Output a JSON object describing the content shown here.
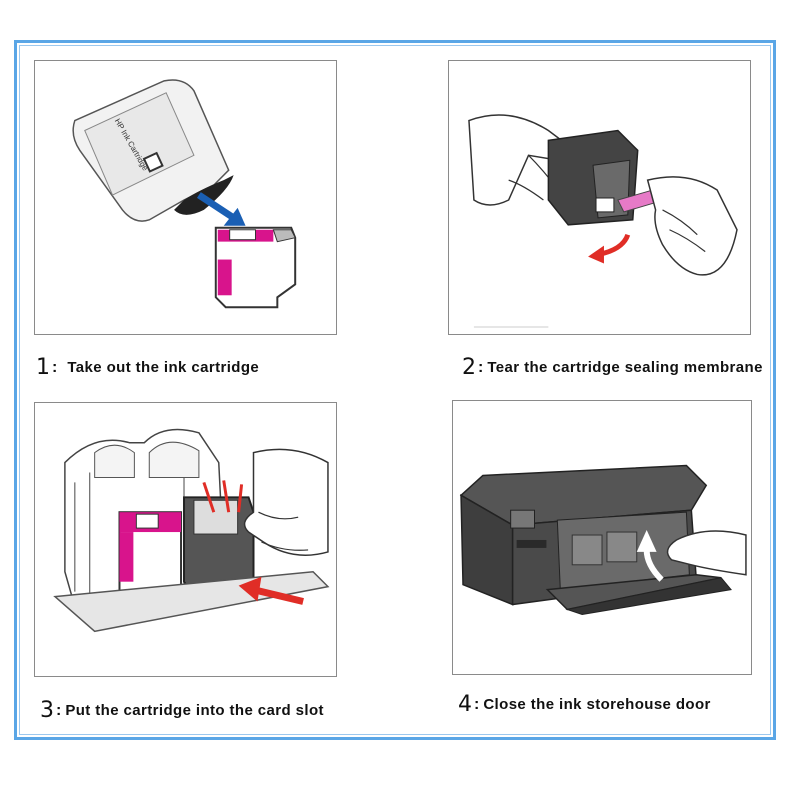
{
  "steps": [
    {
      "number": "1",
      "separator": ":",
      "text": "Take out the ink cartridge",
      "icon": "cartridge-unwrap-illustration"
    },
    {
      "number": "2",
      "separator": ":",
      "text": "Tear the cartridge sealing membrane",
      "icon": "tear-membrane-illustration"
    },
    {
      "number": "3",
      "separator": ":",
      "text": "Put the cartridge into the card slot",
      "icon": "insert-cartridge-illustration"
    },
    {
      "number": "4",
      "separator": ":",
      "text": "Close the ink storehouse door",
      "icon": "close-printer-door-illustration"
    }
  ],
  "package_label": "HP Ink Cartridge",
  "colors": {
    "frame": "#5aa6e6",
    "magenta": "#d8148c",
    "arrow_blue": "#1a5fb4",
    "arrow_red": "#e02d26",
    "pink_tab": "#e67ac7"
  }
}
